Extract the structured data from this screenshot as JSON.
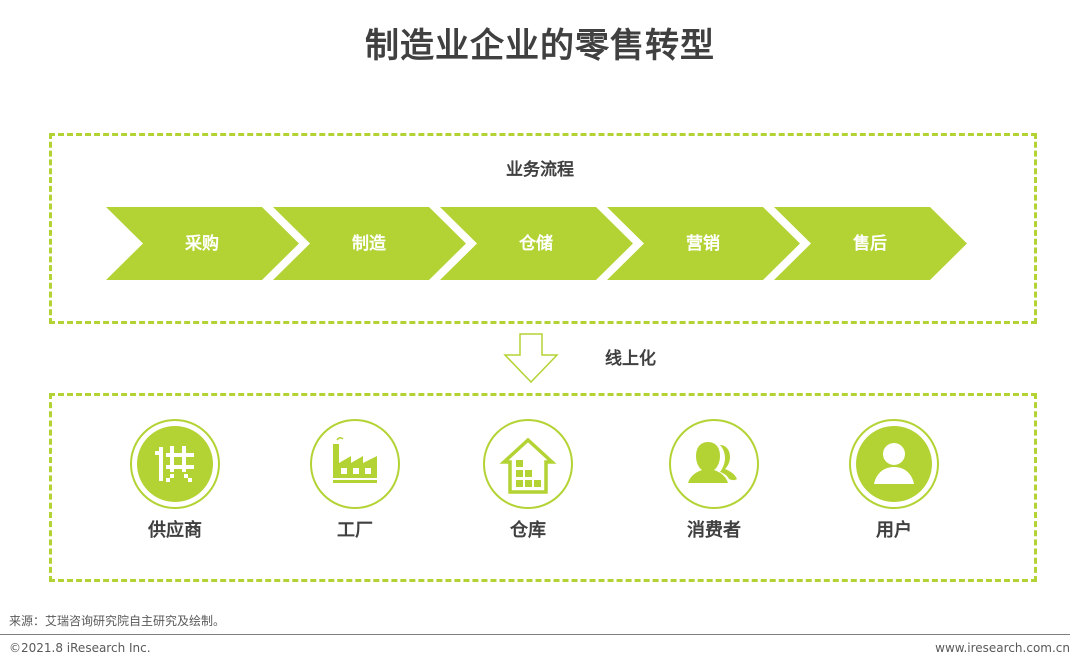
{
  "title": "制造业企业的零售转型",
  "process": {
    "heading": "业务流程",
    "steps": [
      {
        "label": "采购"
      },
      {
        "label": "制造"
      },
      {
        "label": "仓储"
      },
      {
        "label": "营销"
      },
      {
        "label": "售后"
      }
    ]
  },
  "transition": {
    "label": "线上化",
    "icon": "down-arrow-outline-icon"
  },
  "entities": [
    {
      "label": "供应商",
      "icon": "supplier-icon"
    },
    {
      "label": "工厂",
      "icon": "factory-icon"
    },
    {
      "label": "仓库",
      "icon": "warehouse-icon"
    },
    {
      "label": "消费者",
      "icon": "consumers-icon"
    },
    {
      "label": "用户",
      "icon": "user-icon"
    }
  ],
  "colors": {
    "accent": "#b3d334",
    "text": "#404040",
    "footer_text": "#595959"
  },
  "footer": {
    "source": "来源：艾瑞咨询研究院自主研究及绘制。",
    "copyright": "©2021.8 iResearch Inc.",
    "website": "www.iresearch.com.cn"
  }
}
